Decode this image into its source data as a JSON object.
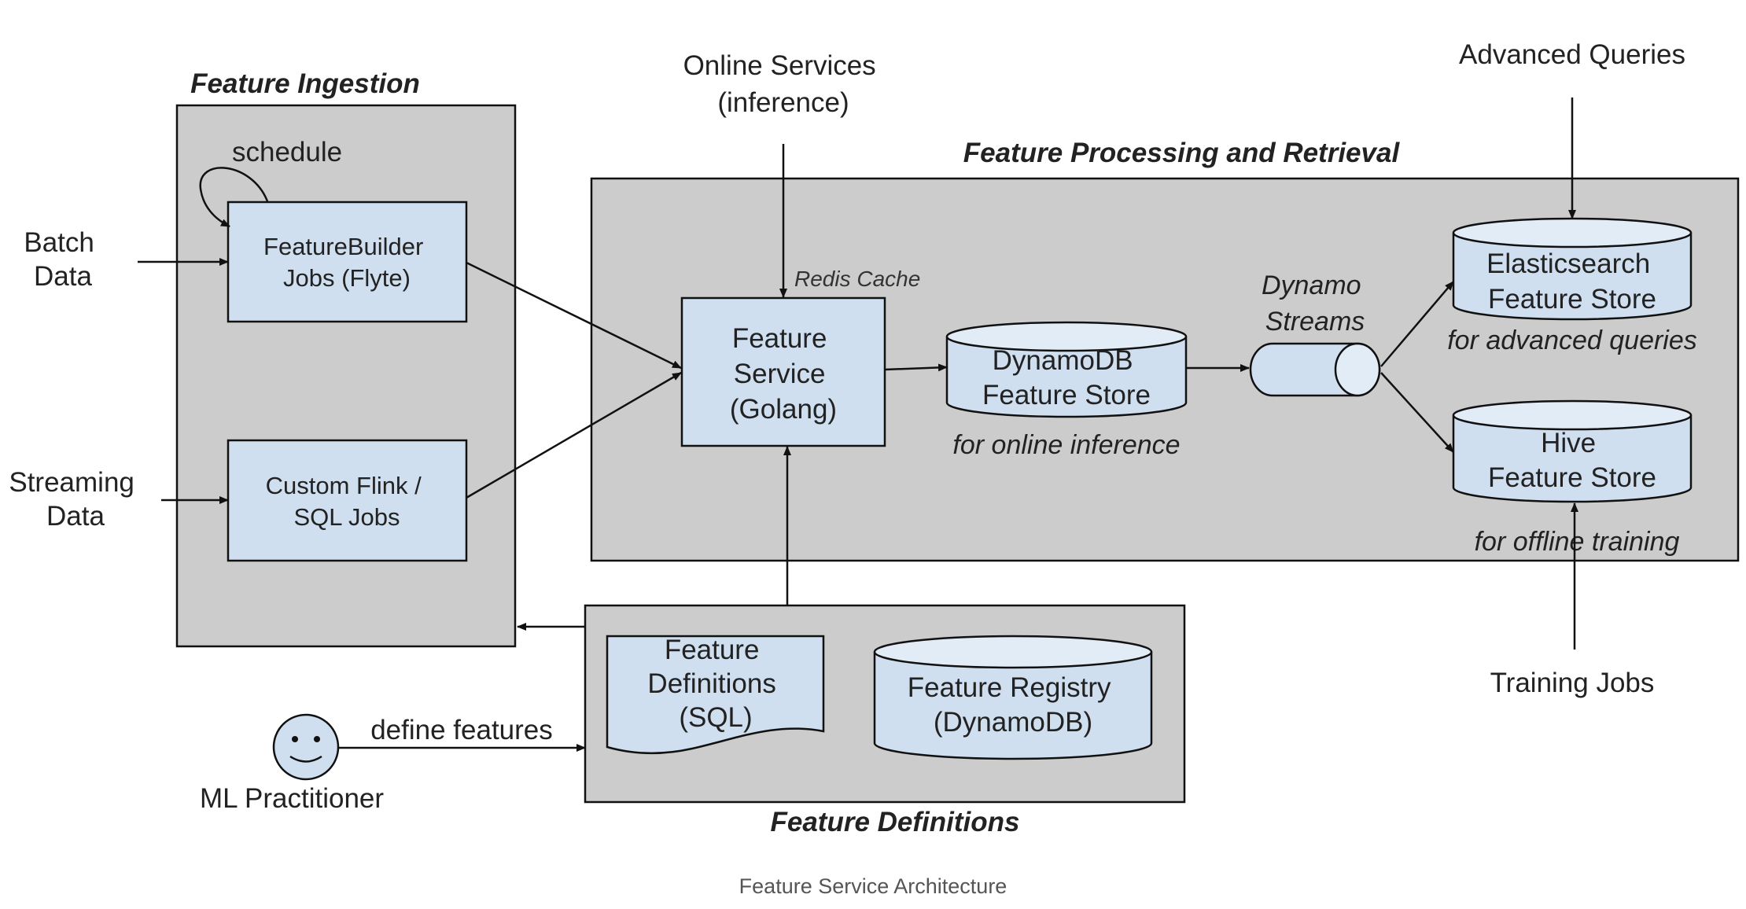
{
  "regions": {
    "ingestion": "Feature Ingestion",
    "processing": "Feature Processing and Retrieval",
    "definitions": "Feature Definitions"
  },
  "nodes": {
    "featurebuilder": [
      "FeatureBuilder",
      "Jobs (Flyte)"
    ],
    "custom_flink": [
      "Custom Flink /",
      "SQL Jobs"
    ],
    "feature_service": [
      "Feature",
      "Service",
      "(Golang)"
    ],
    "dynamodb_store": [
      "DynamoDB",
      "Feature Store"
    ],
    "elasticsearch_store": [
      "Elasticsearch",
      "Feature Store"
    ],
    "hive_store": [
      "Hive",
      "Feature Store"
    ],
    "feature_defs_doc": [
      "Feature",
      "Definitions",
      "(SQL)"
    ],
    "feature_registry": [
      "Feature Registry",
      "(DynamoDB)"
    ],
    "dynamo_streams": [
      "Dynamo",
      "Streams"
    ]
  },
  "external": {
    "batch_data": [
      "Batch",
      "Data"
    ],
    "streaming_data": [
      "Streaming",
      "Data"
    ],
    "online_services": [
      "Online Services",
      "(inference)"
    ],
    "advanced_queries": "Advanced Queries",
    "training_jobs": "Training Jobs",
    "ml_practitioner": "ML Practitioner"
  },
  "annotations": {
    "schedule": "schedule",
    "redis_cache": "Redis Cache",
    "for_online_inference": "for online inference",
    "for_advanced_queries": "for advanced queries",
    "for_offline_training": "for offline training",
    "define_features": "define features"
  },
  "caption": "Feature Service Architecture",
  "colors": {
    "region_fill": "#cccccc",
    "node_fill": "#cfdff0",
    "cylinder_top": "#e2ecf7",
    "stroke": "#111111"
  }
}
